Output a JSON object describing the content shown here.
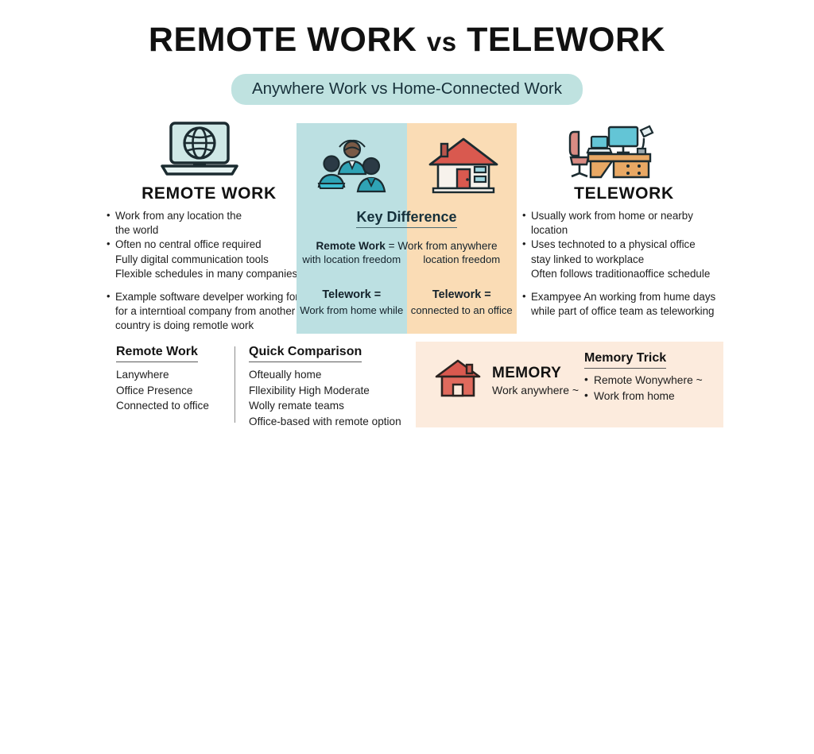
{
  "header": {
    "title_main": "REMOTE WORK",
    "title_vs": "vs",
    "title_second": "TELEWORK",
    "subtitle": "Anywhere Work vs Home-Connected Work",
    "pill_color": "#bfe2e0"
  },
  "left_column": {
    "heading": "REMOTE WORK",
    "icon": "laptop-globe-icon",
    "bullets": [
      "Work from any location the",
      "the world",
      "Often no central office required",
      "Fully digital communication tools",
      "Flexible schedules in many companies",
      "Example software develper working for",
      "for a interntioal company from another",
      "country is doing remotle work"
    ]
  },
  "right_column": {
    "heading": "TELEWORK",
    "icon": "desk-chair-icon",
    "bullets": [
      "Usually work from home or nearby",
      "location",
      "Uses technoted to a physical office",
      "stay linked to workplace",
      "Often follows traditionaoffice schedule",
      "Exampyee An working from hume days",
      "while part of office team as teleworking"
    ]
  },
  "key_panel": {
    "title": "Key Difference",
    "left_bg": "#bce0e2",
    "right_bg": "#fadcb5",
    "left_icon": "people-group-icon",
    "right_icon": "house-icon",
    "row1_left_bold": "Remote Work",
    "row1_left_rest": " = Work from anywhere",
    "row2_left": "with location freedom",
    "row2_right": "location freedom",
    "row3_left": "Telework =",
    "row3_right": "Telework =",
    "row4_left": "Work from home while",
    "row4_right": "connected to an office"
  },
  "bottom_left": {
    "title": "Remote Work",
    "lines": [
      "Lanywhere",
      "Office Presence",
      "Connected to office"
    ]
  },
  "bottom_middle": {
    "title": "Quick Comparison",
    "lines": [
      "Ofteually home",
      "Fllexibility High Moderate",
      "Wolly remate teams",
      "Office-based with remote option"
    ]
  },
  "memory_panel": {
    "bg_color": "#fcebdd",
    "icon": "house-icon",
    "title": "MEMORY",
    "subtitle": "Work anywhere ~",
    "trick_title": "Memory Trick",
    "trick_bullets": [
      "Remote Wonywhere ~",
      "Work from home"
    ]
  }
}
